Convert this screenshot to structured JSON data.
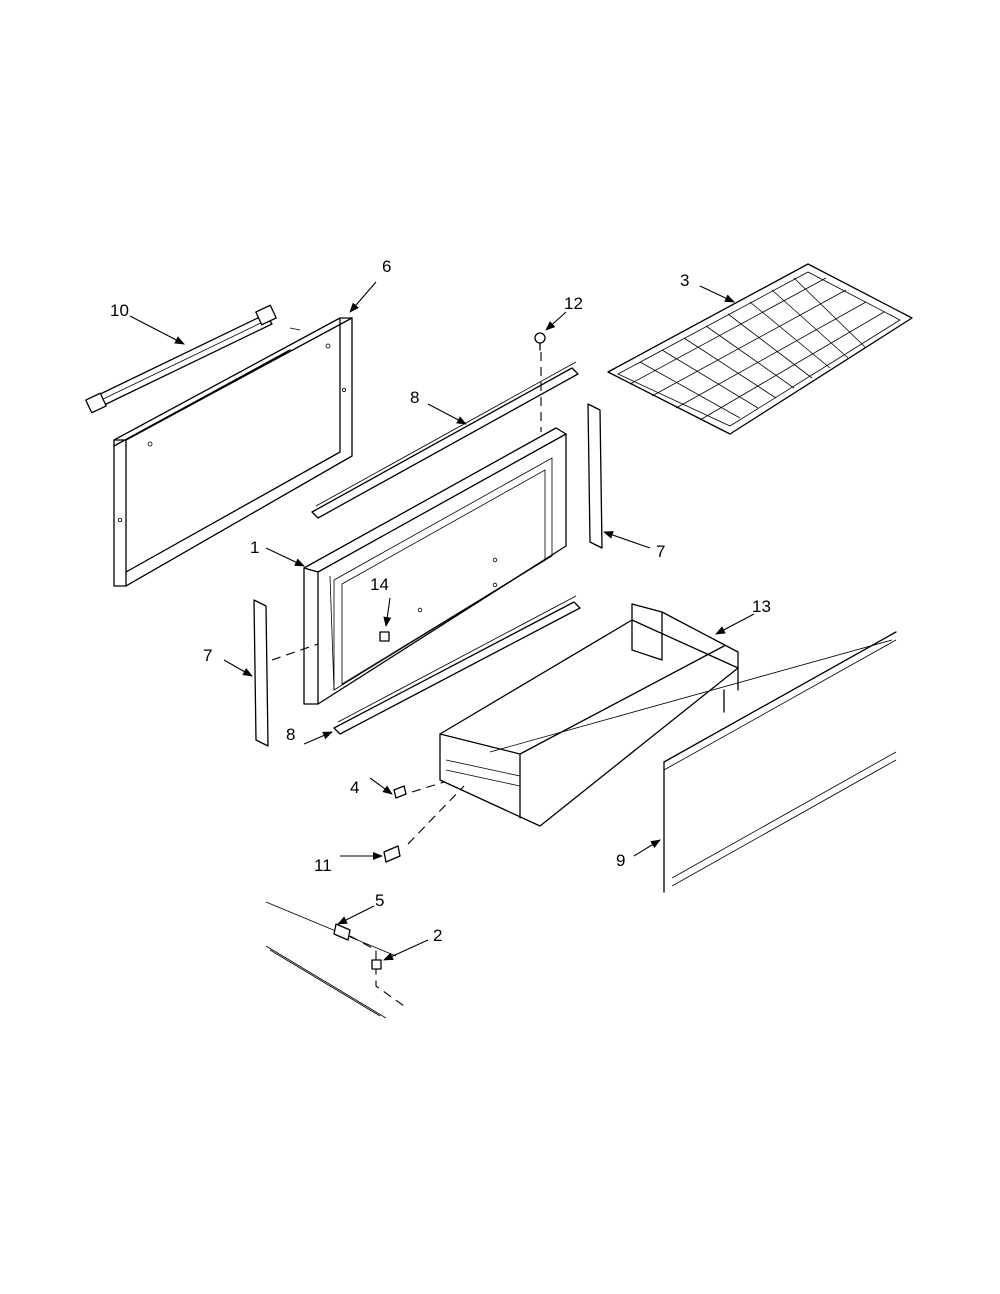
{
  "callouts": [
    {
      "id": "c1",
      "label": "1"
    },
    {
      "id": "c2",
      "label": "2"
    },
    {
      "id": "c3",
      "label": "3"
    },
    {
      "id": "c4",
      "label": "4"
    },
    {
      "id": "c5",
      "label": "5"
    },
    {
      "id": "c6",
      "label": "6"
    },
    {
      "id": "c7a",
      "label": "7"
    },
    {
      "id": "c7b",
      "label": "7"
    },
    {
      "id": "c8a",
      "label": "8"
    },
    {
      "id": "c8b",
      "label": "8"
    },
    {
      "id": "c9",
      "label": "9"
    },
    {
      "id": "c10",
      "label": "10"
    },
    {
      "id": "c11",
      "label": "11"
    },
    {
      "id": "c12",
      "label": "12"
    },
    {
      "id": "c13",
      "label": "13"
    },
    {
      "id": "c14",
      "label": "14"
    }
  ]
}
